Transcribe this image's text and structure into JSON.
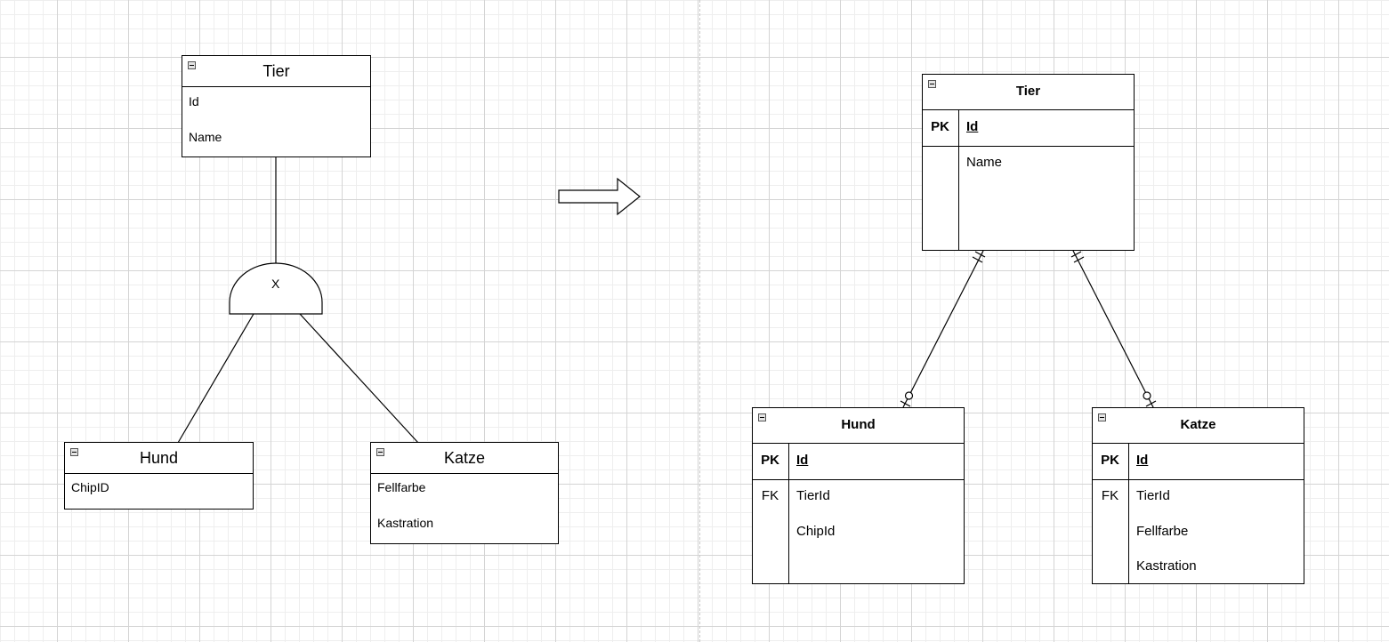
{
  "eer": {
    "tier": {
      "name": "Tier",
      "attributes": [
        "Id",
        "Name"
      ]
    },
    "hund": {
      "name": "Hund",
      "attributes": [
        "ChipID"
      ]
    },
    "katze": {
      "name": "Katze",
      "attributes": [
        "Fellfarbe",
        "Kastration"
      ]
    },
    "specialization_symbol": "X"
  },
  "relational": {
    "tier": {
      "name": "Tier",
      "pk": {
        "key": "PK",
        "column": "Id"
      },
      "columns": [
        {
          "key": "",
          "column": "Name"
        }
      ]
    },
    "hund": {
      "name": "Hund",
      "pk": {
        "key": "PK",
        "column": "Id"
      },
      "columns": [
        {
          "key": "FK",
          "column": "TierId"
        },
        {
          "key": "",
          "column": "ChipId"
        }
      ]
    },
    "katze": {
      "name": "Katze",
      "pk": {
        "key": "PK",
        "column": "Id"
      },
      "columns": [
        {
          "key": "FK",
          "column": "TierId"
        },
        {
          "key": "",
          "column": "Fellfarbe"
        },
        {
          "key": "",
          "column": "Kastration"
        }
      ]
    }
  }
}
